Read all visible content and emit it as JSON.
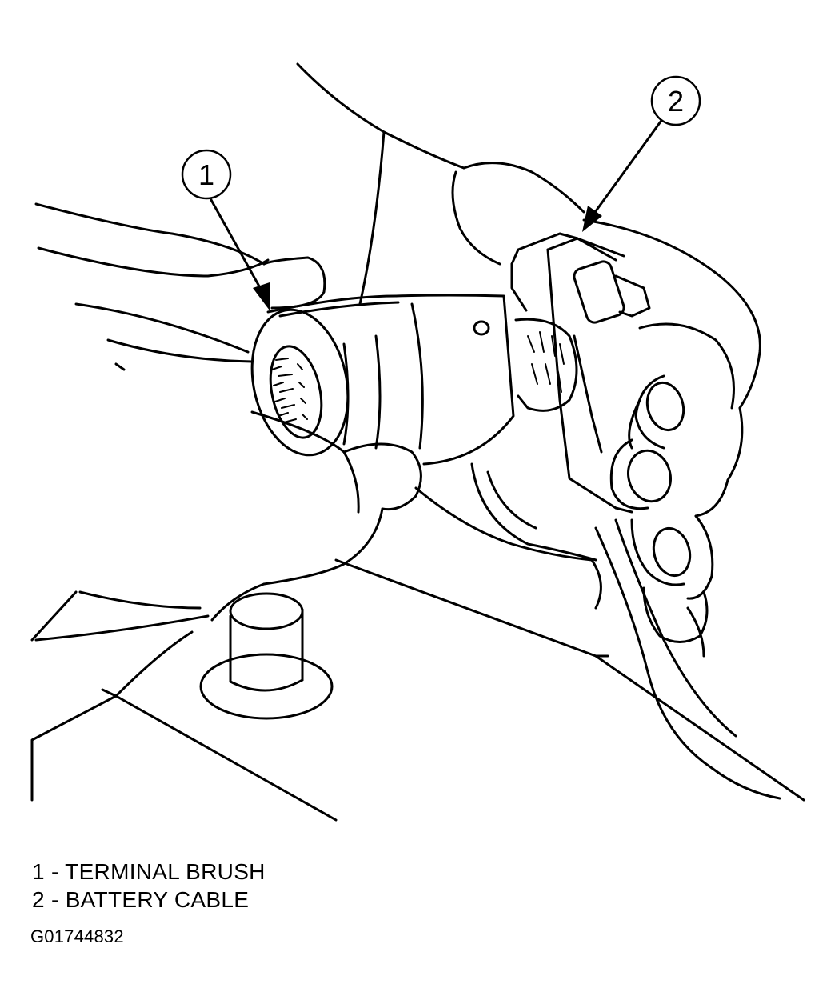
{
  "callouts": [
    {
      "number": "1"
    },
    {
      "number": "2"
    }
  ],
  "legend": [
    {
      "number": "1",
      "separator": "-",
      "label": "TERMINAL BRUSH"
    },
    {
      "number": "2",
      "separator": "-",
      "label": "BATTERY CABLE"
    }
  ],
  "figure_code": "G01744832",
  "colors": {
    "line": "#000000",
    "background": "#ffffff"
  }
}
